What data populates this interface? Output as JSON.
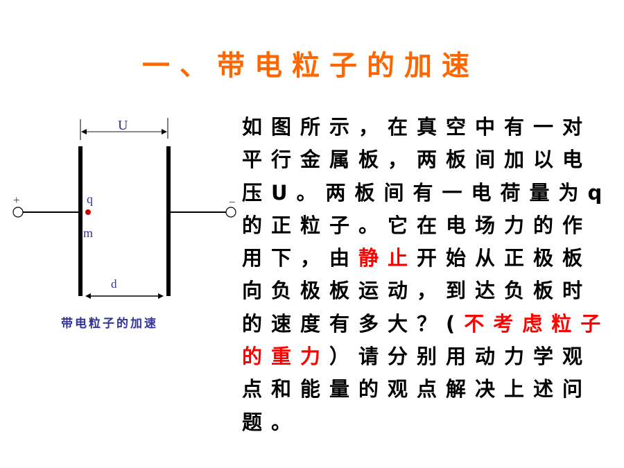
{
  "title": "一、带电粒子的加速",
  "diagram": {
    "voltage_label": "U",
    "distance_label": "d",
    "charge_label": "q",
    "mass_label": "m",
    "plus_label": "+",
    "minus_label": "−",
    "caption": "带电粒子的加速",
    "particle_color": "#CC0000"
  },
  "body": {
    "lines": [
      [
        {
          "text": "如图所示，在真空中有一对"
        }
      ],
      [
        {
          "text": "平行金属板，两板间加以电"
        }
      ],
      [
        {
          "text": "压U。两板间有一电荷量为q"
        }
      ],
      [
        {
          "text": "的正粒子。它在电场力的作"
        }
      ],
      [
        {
          "text": "用下，由"
        },
        {
          "text": "静止",
          "color": "#FF0000"
        },
        {
          "text": "开始从正极板"
        }
      ],
      [
        {
          "text": "向负极板运动，到达负板时"
        }
      ],
      [
        {
          "text": "的速度有多大？("
        },
        {
          "text": "不考虑粒子",
          "color": "#FF0000"
        }
      ],
      [
        {
          "text": "的重力",
          "color": "#FF0000"
        },
        {
          "text": "）请分别用动力学观"
        }
      ],
      [
        {
          "text": "点和能量的观点解决上述问"
        }
      ],
      [
        {
          "text": "题。"
        }
      ]
    ]
  }
}
